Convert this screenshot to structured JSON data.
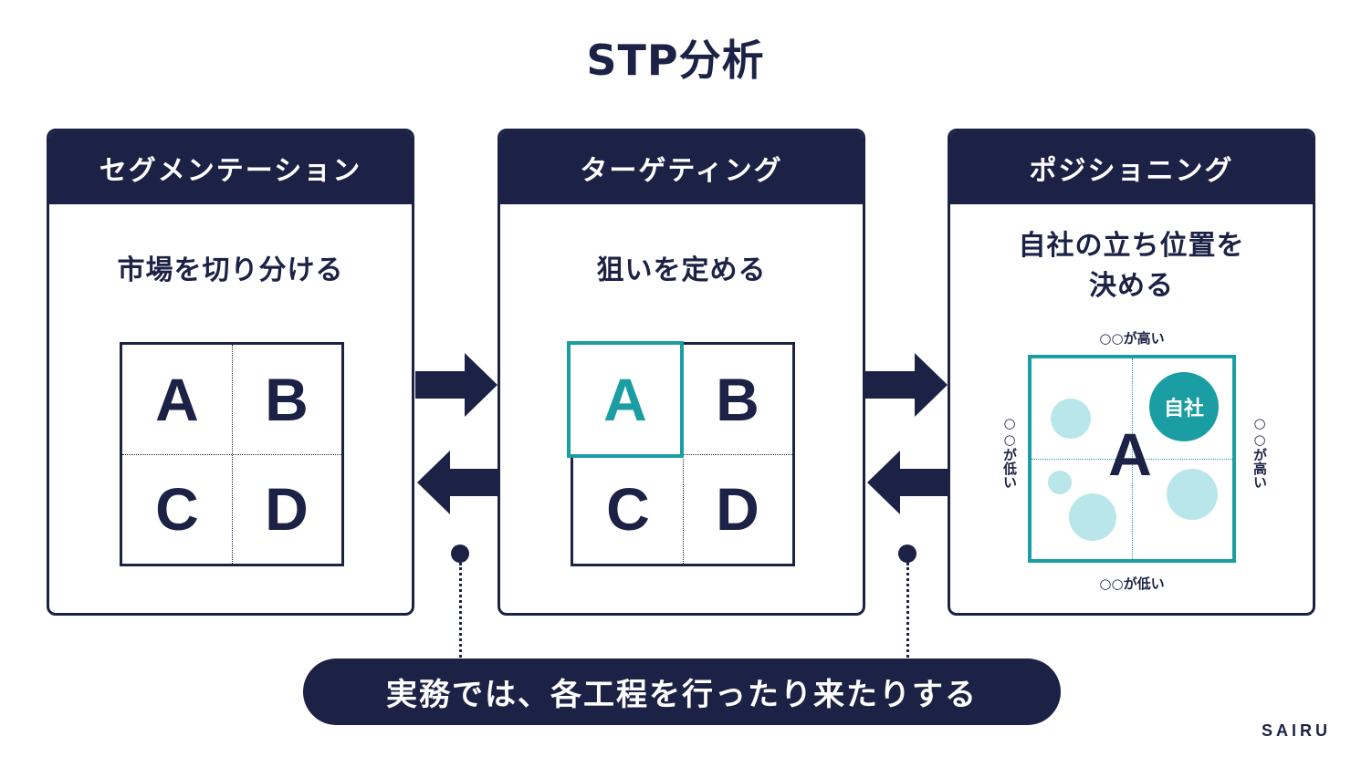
{
  "title": "STP分析",
  "cards": [
    {
      "header": "セグメンテーション",
      "subtitle": "市場を切り分ける",
      "grid": [
        "A",
        "B",
        "C",
        "D"
      ]
    },
    {
      "header": "ターゲティング",
      "subtitle": "狙いを定める",
      "grid": [
        "A",
        "B",
        "C",
        "D"
      ],
      "highlight": "A"
    },
    {
      "header": "ポジショニング",
      "subtitle_line1": "自社の立ち位置を",
      "subtitle_line2": "決める",
      "map": {
        "top_label": "○○が高い",
        "bottom_label": "○○が低い",
        "left_label": "○○が低い",
        "right_label": "○○が高い",
        "self_label": "自社",
        "center_label": "A"
      }
    }
  ],
  "footer": "実務では、各工程を行ったり来たりする",
  "brand": "SAIRU",
  "colors": {
    "navy": "#1c2245",
    "teal": "#1b9ea3",
    "light_teal": "#b9e6ea"
  }
}
